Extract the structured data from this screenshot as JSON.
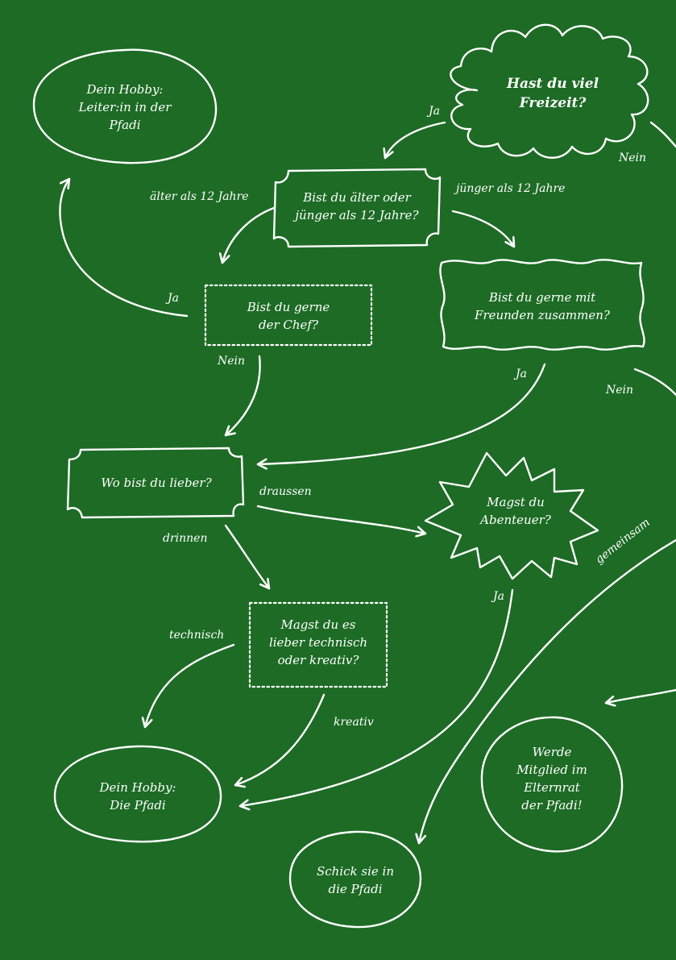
{
  "colors": {
    "background": "#1d6b25",
    "ink": "#ffffff"
  },
  "nodes": {
    "start": "Hast du viel\nFreizeit?",
    "age": "Bist du älter oder\njünger als 12 Jahre?",
    "chef": "Bist du gerne\nder Chef?",
    "friends": "Bist du gerne mit\nFreunden zusammen?",
    "where": "Wo bist du lieber?",
    "adventure": "Magst du\nAbenteuer?",
    "tech": "Magst du es\nlieber technisch\noder kreativ?",
    "leader": "Dein Hobby:\nLeiter:in in der\nPfadi",
    "pfadi": "Dein Hobby:\nDie Pfadi",
    "send": "Schick sie in\ndie Pfadi",
    "elternrat": "Werde\nMitglied im\nElternrat\nder Pfadi!"
  },
  "labels": {
    "start_ja": "Ja",
    "start_nein": "Nein",
    "age_older": "älter als 12 Jahre",
    "age_younger": "jünger als 12 Jahre",
    "chef_ja": "Ja",
    "chef_nein": "Nein",
    "friends_ja": "Ja",
    "friends_nein": "Nein",
    "where_outside": "draussen",
    "where_inside": "drinnen",
    "adventure_ja": "Ja",
    "tech_technical": "technisch",
    "tech_creative": "kreativ",
    "together": "gemeinsam"
  }
}
